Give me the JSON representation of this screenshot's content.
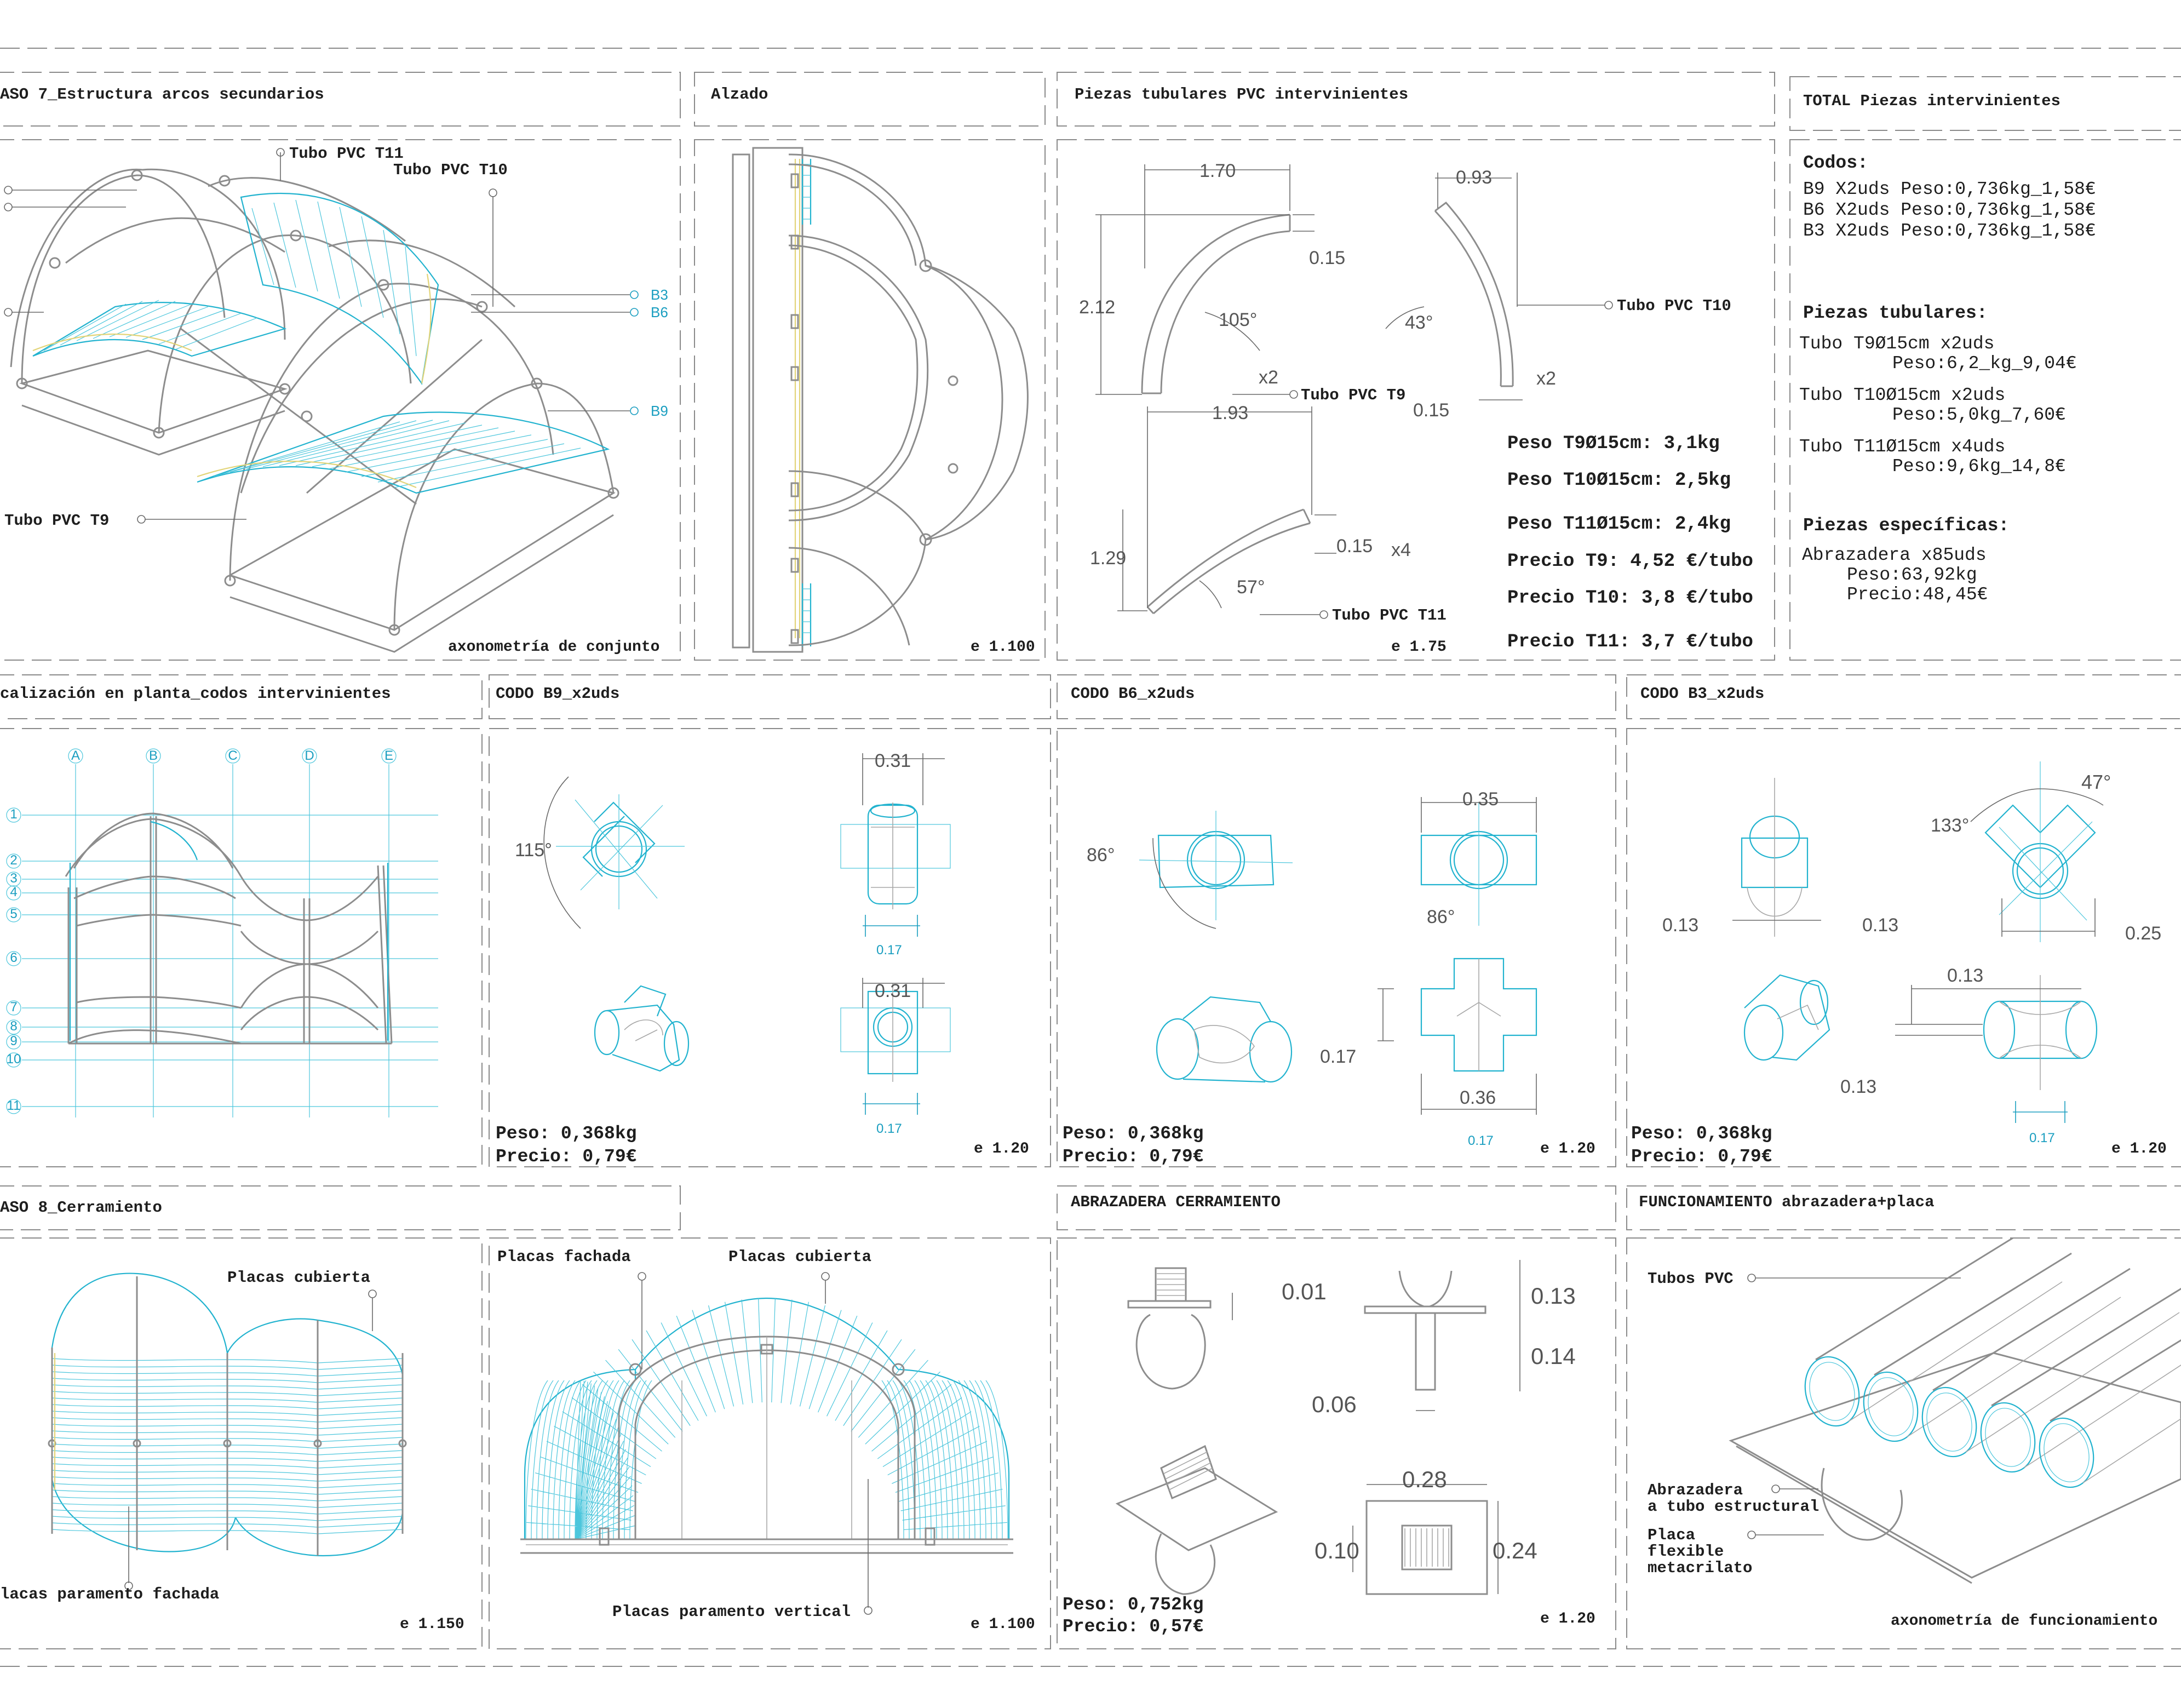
{
  "colors": {
    "accent": "#22b3cf",
    "line": "#8d8d8d",
    "highlight": "#e2d478",
    "text": "#1e1e1e"
  },
  "p1": {
    "title": "ASO 7_Estructura arcos secundarios",
    "callouts": {
      "t11": "Tubo PVC T11",
      "t10": "Tubo PVC T10",
      "b3": "B3",
      "b6": "B6",
      "b9": "B9",
      "t9": "Tubo PVC T9"
    },
    "caption": "axonometría de conjunto"
  },
  "p2": {
    "title": "Alzado",
    "scale": "e 1.100"
  },
  "p3": {
    "title": "Piezas tubulares PVC intervinientes",
    "dims": {
      "d170": "1.70",
      "d093": "0.93",
      "d015a": "0.15",
      "d015b": "0.15",
      "d015c": "0.15",
      "d212": "2.12",
      "d193": "1.93",
      "d129": "1.29"
    },
    "angles": {
      "a105": "105°",
      "a43": "43°",
      "a57": "57°"
    },
    "mult": {
      "x2a": "x2",
      "x2b": "x2",
      "x4": "x4"
    },
    "callouts": {
      "t10": "Tubo PVC T10",
      "t9": "Tubo PVC T9",
      "t11": "Tubo PVC T11"
    },
    "specs": [
      "Peso T9Ø15cm: 3,1kg",
      "Peso T10Ø15cm: 2,5kg",
      "Peso T11Ø15cm: 2,4kg",
      "Precio T9: 4,52 €/tubo",
      "Precio T10: 3,8 €/tubo",
      "Precio T11: 3,7 €/tubo"
    ],
    "scale": "e 1.75"
  },
  "p4": {
    "title": "TOTAL Piezas intervinientes",
    "codos_h": "Codos:",
    "codos": [
      "B9  X2uds Peso:0,736kg_1,58€",
      "B6  X2uds Peso:0,736kg_1,58€",
      "B3  X2uds Peso:0,736kg_1,58€"
    ],
    "tub_h": "Piezas tubulares:",
    "tub": [
      "Tubo T9Ø15cm   x2uds",
      "Peso:6,2_kg_9,04€",
      "Tubo T10Ø15cm  x2uds",
      "Peso:5,0kg_7,60€",
      "Tubo T11Ø15cm  x4uds",
      "Peso:9,6kg_14,8€"
    ],
    "esp_h": "Piezas específicas:",
    "esp": [
      "Abrazadera  x85uds",
      "Peso:63,92kg",
      "Precio:48,45€"
    ]
  },
  "p5": {
    "title": "calización en planta_codos intervinientes",
    "cols": [
      "A",
      "B",
      "C",
      "D",
      "E"
    ],
    "rows": [
      "1",
      "2",
      "3",
      "4",
      "5",
      "6",
      "7",
      "8",
      "9",
      "10",
      "11"
    ]
  },
  "p6": {
    "title": "CODO B9_x2uds",
    "angle": "115°",
    "dims": {
      "w1": "0.31",
      "w2": "0.31",
      "b1": "0.17",
      "b2": "0.17"
    },
    "peso": "Peso: 0,368kg",
    "precio": "Precio:  0,79€",
    "scale": "e 1.20"
  },
  "p7": {
    "title": "CODO B6_x2uds",
    "angle1": "86°",
    "angle2": "86°",
    "dims": {
      "w1": "0.35",
      "w2": "0.36",
      "h": "0.17",
      "b": "0.17"
    },
    "peso": "Peso: 0,368kg",
    "precio": "Precio:  0,79€",
    "scale": "e 1.20"
  },
  "p8": {
    "title": "CODO B3_x2uds",
    "angle1": "47°",
    "angle2": "133°",
    "dims": {
      "l": "0.13",
      "r": "0.13",
      "d025": "0.25",
      "top": "0.13",
      "side": "0.13",
      "b": "0.17"
    },
    "peso": "Peso: 0,368kg",
    "precio": "Precio:  0,79€",
    "scale": "e 1.20"
  },
  "p9": {
    "title": "ASO 8_Cerramiento",
    "callouts": {
      "cub": "Placas cubierta",
      "fach": "lacas paramento fachada"
    },
    "scale": "e 1.150"
  },
  "p10": {
    "callouts": {
      "fachada": "Placas fachada",
      "cubierta": "Placas cubierta",
      "vertical": "Placas paramento vertical"
    },
    "scale": "e 1.100"
  },
  "p11": {
    "title": "ABRAZADERA CERRAMIENTO",
    "dims": {
      "d001": "0.01",
      "d013": "0.13",
      "d014": "0.14",
      "d006": "0.06",
      "d028": "0.28",
      "d010": "0.10",
      "d024": "0.24"
    },
    "peso": "Peso: 0,752kg",
    "precio": "Precio:  0,57€",
    "scale": "e 1.20"
  },
  "p12": {
    "title": "FUNCIONAMIENTO abrazadera+placa",
    "callouts": {
      "tubos": "Tubos PVC",
      "abr1": "Abrazadera",
      "abr2": "a tubo estructural",
      "pl1": "Placa",
      "pl2": "flexible",
      "pl3": "metacrilato"
    },
    "caption": "axonometría de funcionamiento"
  }
}
